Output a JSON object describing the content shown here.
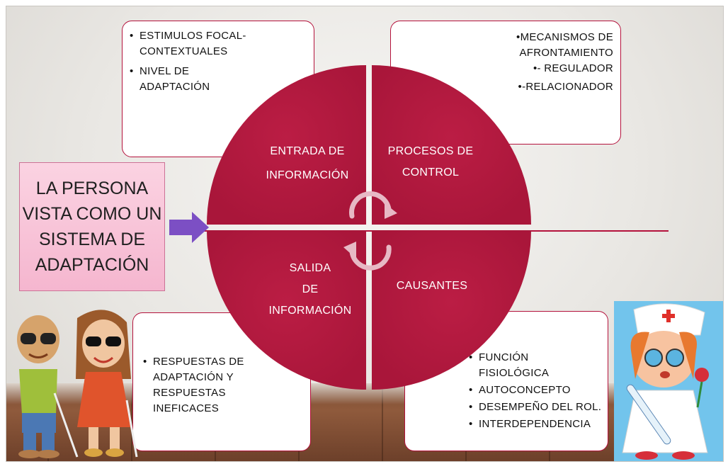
{
  "persona": {
    "text": "LA PERSONA VISTA COMO UN SISTEMA DE ADAPTACIÓN"
  },
  "quadrants": {
    "top_left": {
      "line1": "ENTRADA DE",
      "line2": "INFORMACIÓN"
    },
    "top_right": {
      "line1": "PROCESOS DE",
      "line2": "CONTROL"
    },
    "bottom_left": {
      "line1": "SALIDA",
      "line2": "DE",
      "line3": "INFORMACIÓN"
    },
    "bottom_right": {
      "label": "CAUSANTES"
    }
  },
  "boxes": {
    "top_left": {
      "items": [
        "ESTIMULOS FOCAL-CONTEXTUALES",
        "NIVEL DE ADAPTACIÓN"
      ]
    },
    "top_right": {
      "items": [
        "MECANISMOS DE AFRONTAMIENTO",
        "- REGULADOR",
        "-RELACIONADOR"
      ]
    },
    "bottom_left": {
      "items": [
        "RESPUESTAS DE ADAPTACIÓN Y RESPUESTAS INEFICACES"
      ]
    },
    "bottom_right": {
      "items": [
        "FUNCIÓN FISIOLÓGICA",
        "AUTOCONCEPTO",
        "DESEMPEÑO DEL ROL.",
        "INTERDEPENDENCIA"
      ]
    }
  },
  "colors": {
    "accent": "#b4123c",
    "circle": "#b3193f",
    "arrow": "#7c4fc4",
    "persona_bg": "#f7c2d7"
  },
  "icons": {
    "cycle": "cycle-arrows-icon",
    "pointer": "right-arrow-icon"
  }
}
